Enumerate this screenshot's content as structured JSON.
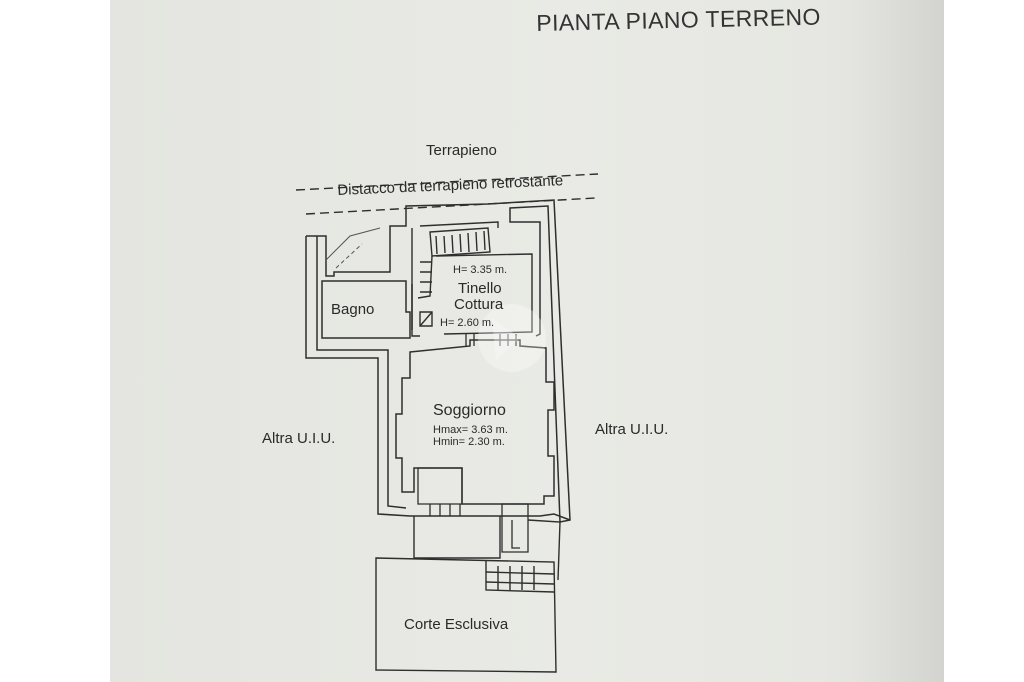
{
  "sheet_title": "PIANTA PIANO TERRENO",
  "labels": {
    "terrapieno": "Terrapieno",
    "distacco": "Distacco da terrapieno retrostante",
    "bagno": "Bagno",
    "tinello_line1": "Tinello",
    "tinello_line2": "Cottura",
    "tinello_h_top": "H= 3.35 m.",
    "tinello_h_bottom": "H= 2.60 m.",
    "soggiorno": "Soggiorno",
    "soggiorno_hmax": "Hmax= 3.63 m.",
    "soggiorno_hmin": "Hmin= 2.30 m.",
    "altra_left": "Altra U.I.U.",
    "altra_right": "Altra U.I.U.",
    "corte": "Corte Esclusiva"
  },
  "colors": {
    "paper": "#e7e8e3",
    "ink": "#2a2a2a"
  }
}
